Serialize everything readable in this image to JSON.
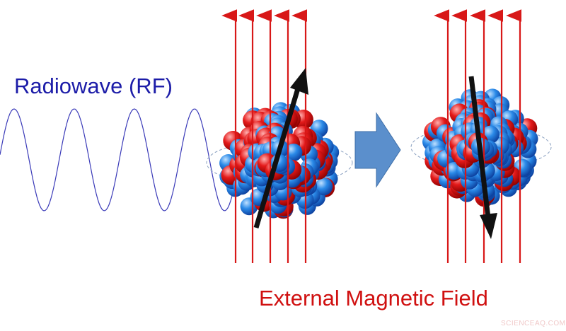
{
  "labels": {
    "radiowave": "Radiowave (RF)",
    "field": "External Magnetic Field"
  },
  "watermark": "SCIENCEAQ.COM",
  "colors": {
    "wave": "#3a3ab8",
    "field_arrows": "#d81818",
    "proton": "#e01818",
    "neutron": "#2a7de0",
    "transition_arrow": "#5b8fcc",
    "spin_arrow": "#111111"
  },
  "states": [
    {
      "spin": "up"
    },
    {
      "spin": "down"
    }
  ]
}
